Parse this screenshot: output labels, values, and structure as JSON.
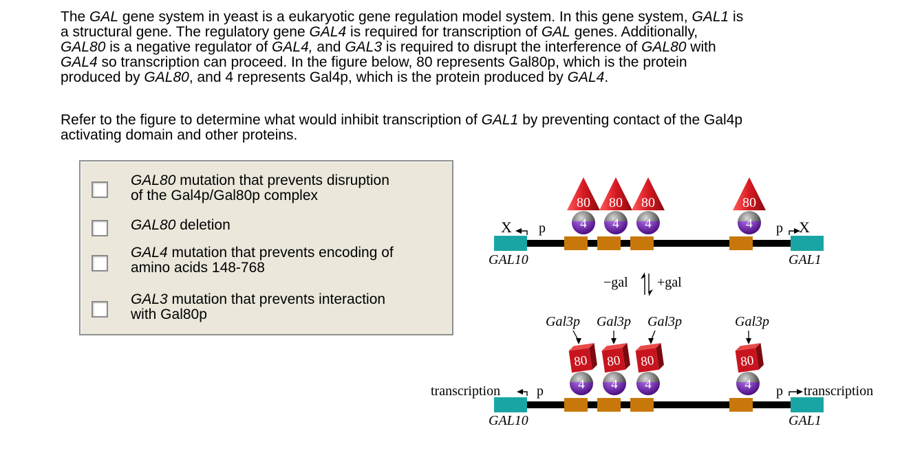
{
  "question": {
    "para1": [
      {
        "t": "The "
      },
      {
        "t": "GAL",
        "i": true
      },
      {
        "t": " gene system in yeast is a eukaryotic gene regulation model system. In this gene system, "
      },
      {
        "t": "GAL1",
        "i": true
      },
      {
        "t": " is"
      },
      {
        "br": true
      },
      {
        "t": "a structural gene. The regulatory gene "
      },
      {
        "t": "GAL4",
        "i": true
      },
      {
        "t": " is required for transcription of "
      },
      {
        "t": "GAL",
        "i": true
      },
      {
        "t": " genes. Additionally,"
      },
      {
        "br": true
      },
      {
        "t": "GAL80",
        "i": true
      },
      {
        "t": " is a negative regulator of "
      },
      {
        "t": "GAL4,",
        "i": true
      },
      {
        "t": " and "
      },
      {
        "t": "GAL3",
        "i": true
      },
      {
        "t": " is required to disrupt the interference of "
      },
      {
        "t": "GAL80",
        "i": true
      },
      {
        "t": " with"
      },
      {
        "br": true
      },
      {
        "t": "GAL4",
        "i": true
      },
      {
        "t": " so transcription can proceed. In the figure below, 80 represents Gal80p, which is the protein"
      },
      {
        "br": true
      },
      {
        "t": "produced by "
      },
      {
        "t": "GAL80",
        "i": true
      },
      {
        "t": ", and 4 represents Gal4p, which is the protein produced by "
      },
      {
        "t": "GAL4",
        "i": true
      },
      {
        "t": "."
      }
    ],
    "para2": [
      {
        "t": "Refer to the figure to determine what would inhibit transcription of "
      },
      {
        "t": "GAL1",
        "i": true
      },
      {
        "t": " by preventing contact of the Gal4p"
      },
      {
        "br": true
      },
      {
        "t": "activating domain and other proteins."
      }
    ]
  },
  "choices": [
    {
      "label": [
        {
          "t": "GAL80",
          "i": true
        },
        {
          "t": " mutation that prevents disruption"
        },
        {
          "br": true
        },
        {
          "t": "of the Gal4p/Gal80p complex"
        }
      ]
    },
    {
      "label": [
        {
          "t": "GAL80",
          "i": true
        },
        {
          "t": " deletion"
        }
      ]
    },
    {
      "label": [
        {
          "t": "GAL4",
          "i": true
        },
        {
          "t": " mutation that prevents encoding of"
        },
        {
          "br": true
        },
        {
          "t": "amino acids 148-768"
        }
      ]
    },
    {
      "label": [
        {
          "t": "GAL3",
          "i": true
        },
        {
          "t": " mutation that prevents interaction"
        },
        {
          "br": true
        },
        {
          "t": "with Gal80p"
        }
      ]
    }
  ],
  "figure": {
    "gal80_num": "80",
    "gal4_num": "4",
    "gal3_label": "Gal3p",
    "promoter_label": "p",
    "x_label": "X",
    "gene_left": "GAL10",
    "gene_right": "GAL1",
    "transcription_label": "transcription",
    "minus_gal": "−gal",
    "plus_gal": "+gal",
    "colors": {
      "gene_box": "#1aa5a5",
      "uas_box": "#c8780a",
      "gal80": "#c8141e",
      "gal4_top": "#6b6b6b",
      "gal4_bottom": "#7a2fb0"
    }
  }
}
